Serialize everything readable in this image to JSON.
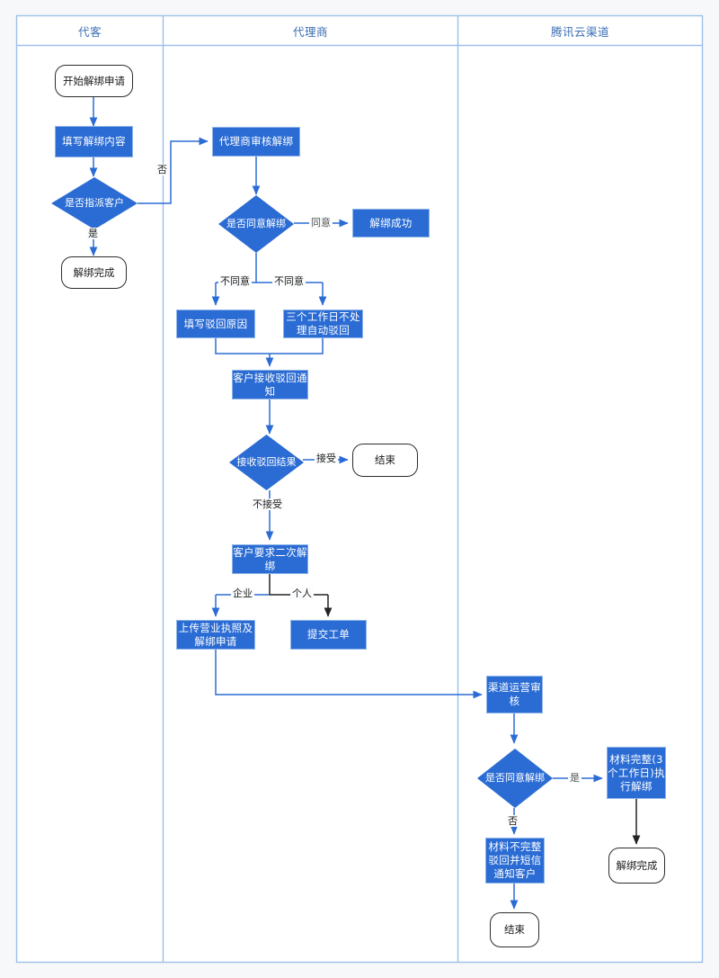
{
  "page": {
    "background": "#f7f8fa",
    "frame_border_color": "#9dc0ea",
    "process_fill": "#2b6cd4",
    "terminator_border": "#2c2c2c",
    "lane_header_color": "#3b6fb5"
  },
  "lanes": [
    {
      "id": "lane-customer",
      "title": "代客"
    },
    {
      "id": "lane-agent",
      "title": "代理商"
    },
    {
      "id": "lane-tencent",
      "title": "腾讯云渠道"
    }
  ],
  "nodes": {
    "start_apply": {
      "label": "开始解绑申请",
      "type": "terminator"
    },
    "fill_content": {
      "label": "填写解绑内容",
      "type": "process"
    },
    "assign_customer": {
      "label": "是否指派客户",
      "type": "decision"
    },
    "unbind_done_1": {
      "label": "解绑完成",
      "type": "terminator"
    },
    "agent_review": {
      "label": "代理商审核解绑",
      "type": "process"
    },
    "agree_unbind": {
      "label": "是否同意解绑",
      "type": "decision"
    },
    "unbind_success": {
      "label": "解绑成功",
      "type": "process"
    },
    "fill_reject": {
      "label": "填写驳回原因",
      "type": "process"
    },
    "auto_reject": {
      "label": "三个工作日不处理自动驳回",
      "type": "process"
    },
    "customer_notice": {
      "label": "客户接收驳回通知",
      "type": "process"
    },
    "reject_result": {
      "label": "接收驳回结果",
      "type": "decision"
    },
    "end_1": {
      "label": "结束",
      "type": "terminator"
    },
    "second_unbind": {
      "label": "客户要求二次解绑",
      "type": "process"
    },
    "upload_license": {
      "label": "上传营业执照及解绑申请",
      "type": "process"
    },
    "submit_ticket": {
      "label": "提交工单",
      "type": "process"
    },
    "channel_review": {
      "label": "渠道运营审核",
      "type": "process"
    },
    "agree_unbind_2": {
      "label": "是否同意解绑",
      "type": "decision"
    },
    "material_ok": {
      "label": "材料完整(3个工作日)执行解绑",
      "type": "process"
    },
    "unbind_done_2": {
      "label": "解绑完成",
      "type": "terminator"
    },
    "material_bad": {
      "label": "材料不完整驳回并短信通知客户",
      "type": "process"
    },
    "end_2": {
      "label": "结束",
      "type": "terminator"
    }
  },
  "edge_labels": {
    "no_assign": "否",
    "yes_assign": "是",
    "agree": "同意",
    "disagree_left": "不同意",
    "disagree_right": "不同意",
    "accept": "接受",
    "not_accept": "不接受",
    "enterprise": "企业",
    "personal": "个人",
    "yes_material": "是",
    "no_material": "否"
  }
}
